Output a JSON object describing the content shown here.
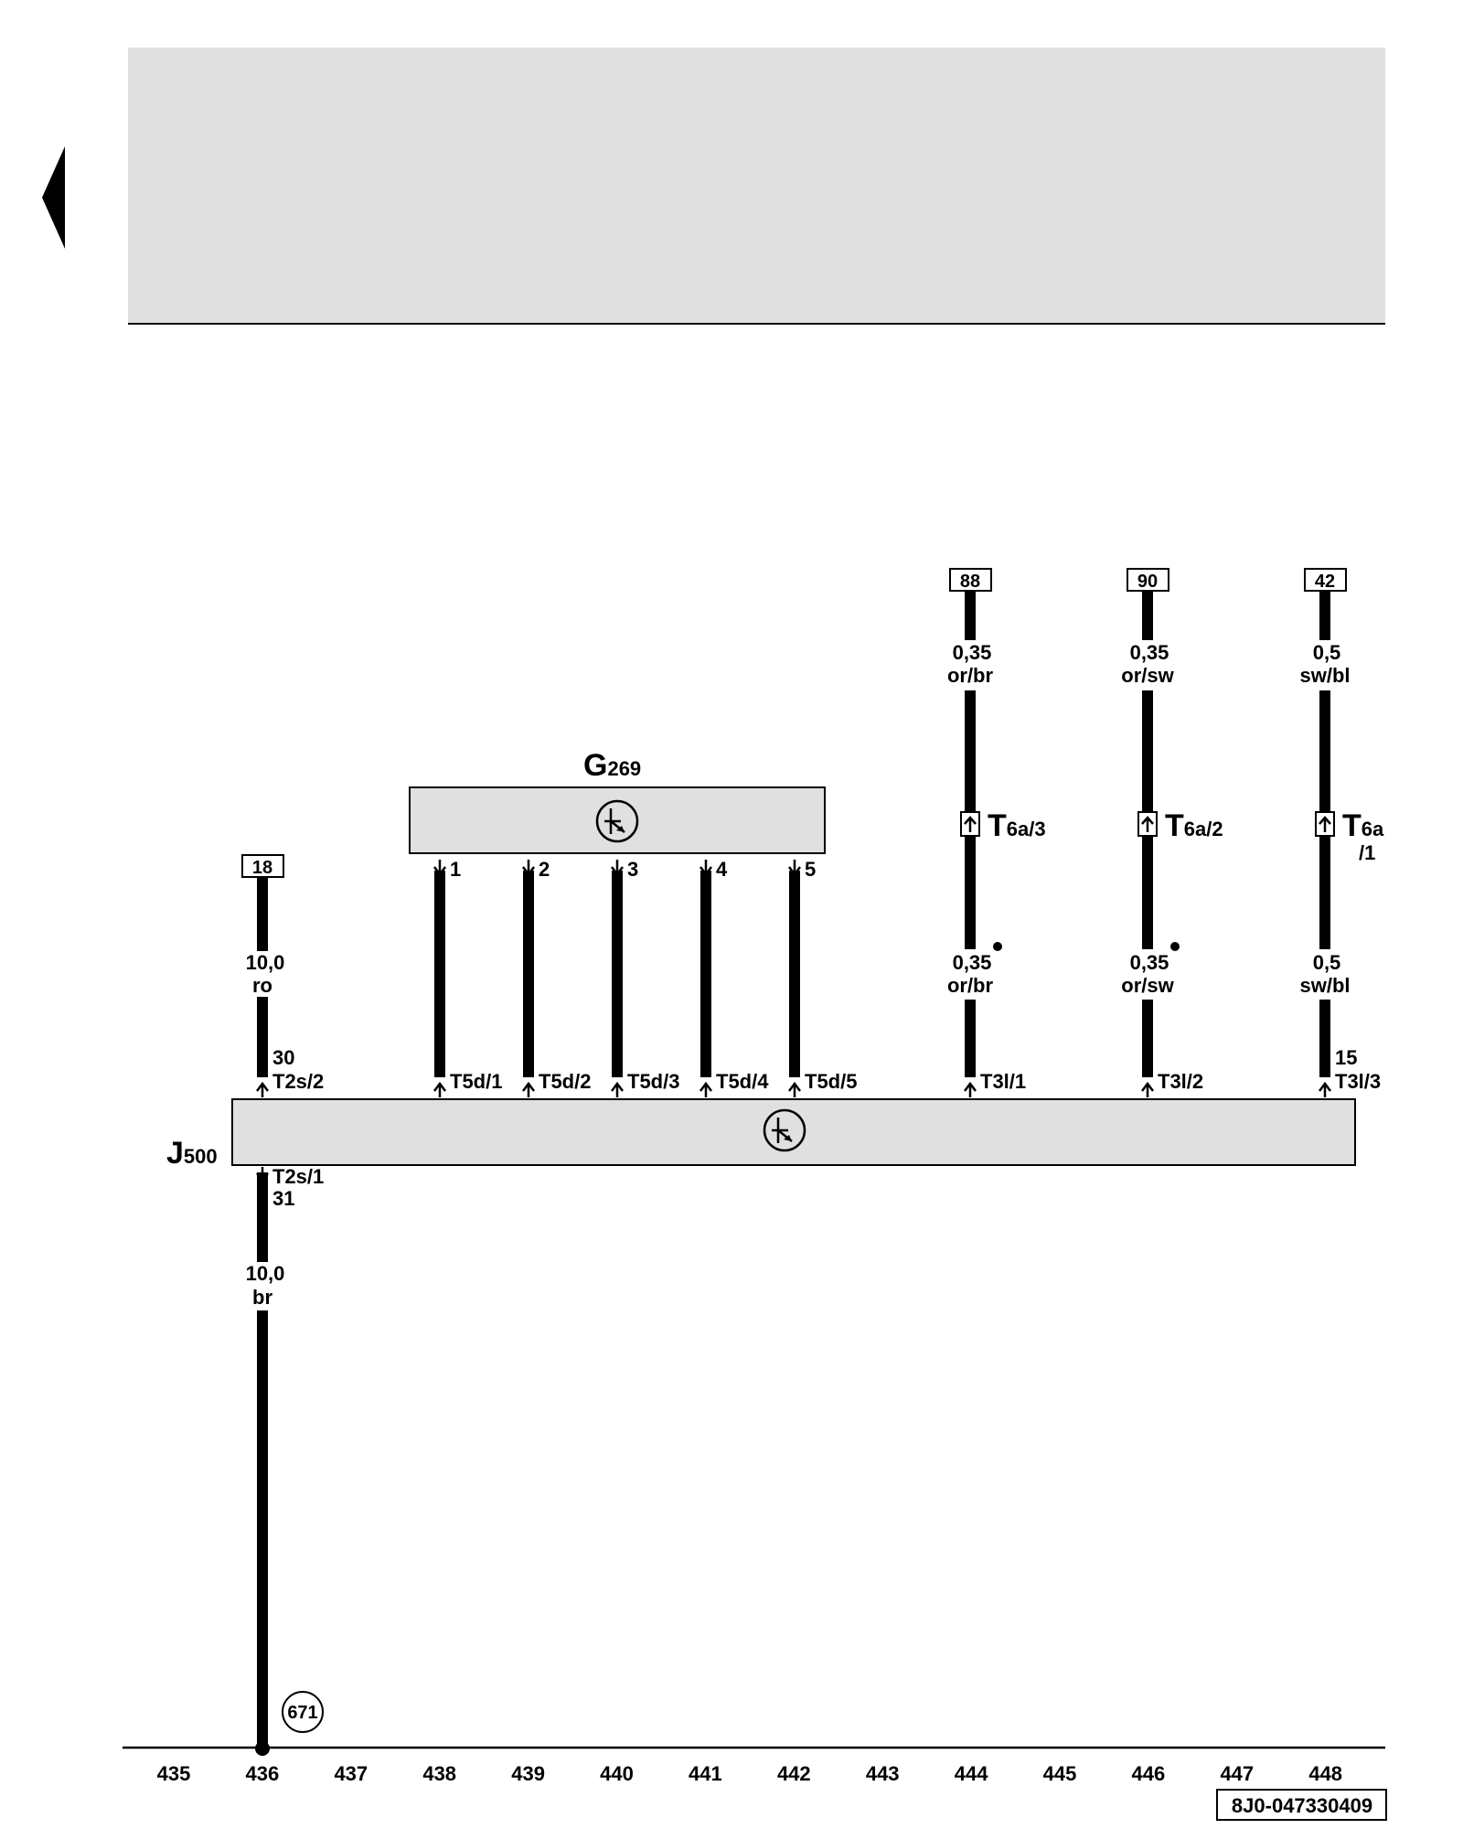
{
  "header": {
    "back_icon": "triangle-left-icon",
    "band_color": "#e0e0e0"
  },
  "components": {
    "g269": {
      "letter": "G",
      "suffix": "269",
      "pins": [
        "1",
        "2",
        "3",
        "4",
        "5"
      ]
    },
    "j500": {
      "letter": "J",
      "suffix": "500"
    },
    "component_fill": "#e0e0e0"
  },
  "refs": {
    "r18": "18",
    "r88": "88",
    "r90": "90",
    "r42": "42"
  },
  "wires": {
    "w18": {
      "size": "10,0",
      "color": "ro"
    },
    "w31": {
      "size": "10,0",
      "color": "br"
    },
    "w88a": {
      "size": "0,35",
      "color": "or/br"
    },
    "w88b": {
      "size": "0,35",
      "color": "or/br"
    },
    "w90a": {
      "size": "0,35",
      "color": "or/sw"
    },
    "w90b": {
      "size": "0,35",
      "color": "or/sw"
    },
    "w42a": {
      "size": "0,5",
      "color": "sw/bl"
    },
    "w42b": {
      "size": "0,5",
      "color": "sw/bl"
    }
  },
  "connectors": {
    "t2s2": "T2s/2",
    "t2s2_term": "30",
    "t2s1": "T2s/1",
    "t2s1_term": "31",
    "t5d": [
      "T5d/1",
      "T5d/2",
      "T5d/3",
      "T5d/4",
      "T5d/5"
    ],
    "t3l1": "T3l/1",
    "t3l2": "T3l/2",
    "t3l3": "T3l/3",
    "t3l3_term": "15",
    "t6a3": {
      "main": "T",
      "sub": "6a/3"
    },
    "t6a2": {
      "main": "T",
      "sub": "6a/2"
    },
    "t6a1": {
      "main": "T",
      "sub": "6a",
      "sub2": "/1"
    }
  },
  "ground": {
    "point": "671"
  },
  "tracks": [
    "435",
    "436",
    "437",
    "438",
    "439",
    "440",
    "441",
    "442",
    "443",
    "444",
    "445",
    "446",
    "447",
    "448"
  ],
  "doc_code": "8J0-047330409"
}
